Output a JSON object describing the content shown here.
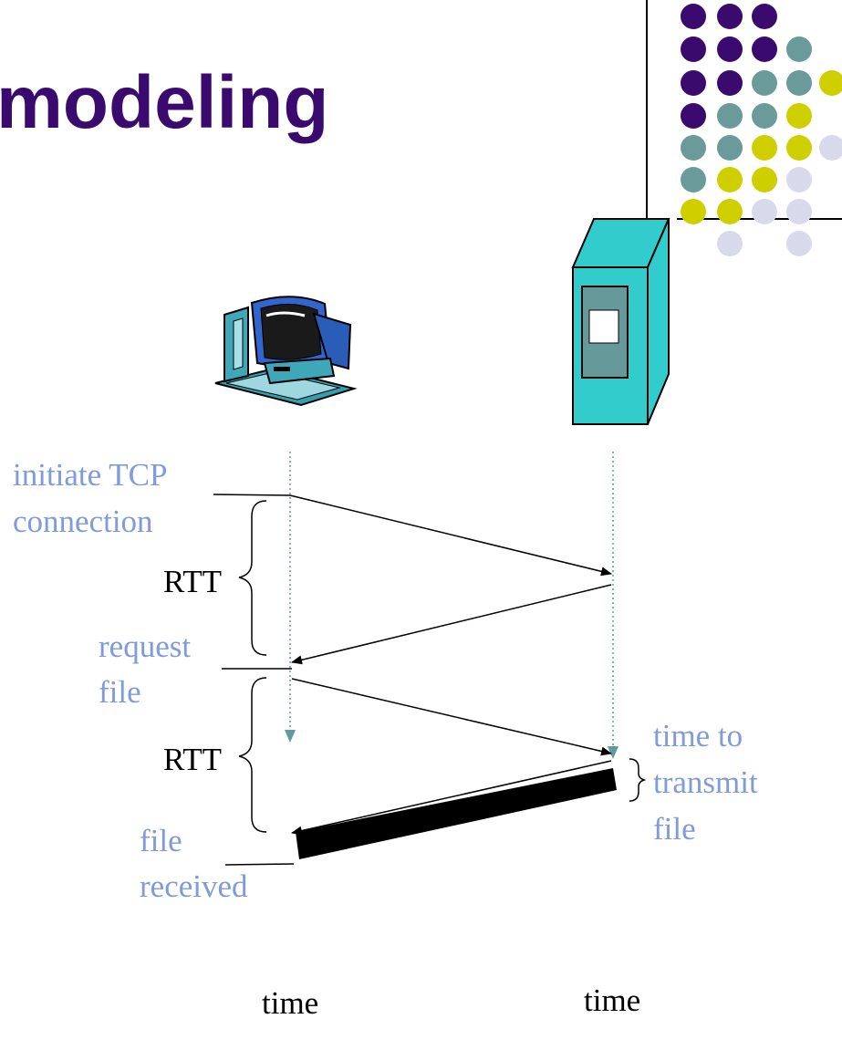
{
  "slide": {
    "title": "modeling"
  },
  "colors": {
    "title": "#3a0a6e",
    "label_blue": "#7f9bd9",
    "timeline": "#5f9b9b",
    "dot_purple": "#3a0a6e",
    "dot_teal": "#6a9a9a",
    "dot_yellow": "#cfcf00",
    "dot_lavender": "#d9d9ec",
    "server_body": "#33cccc",
    "server_panel": "#669999"
  },
  "icons": {
    "client": "desktop-computer-icon",
    "server": "server-tower-icon"
  },
  "labels": {
    "initiate_line1": "initiate TCP",
    "initiate_line2": "connection",
    "rtt_1": "RTT",
    "request_line1": "request",
    "request_line2": "file",
    "rtt_2": "RTT",
    "file_line1": "file",
    "file_line2": "received",
    "transmit_line1": "time to",
    "transmit_line2": "transmit",
    "transmit_line3": "file",
    "time_left": "time",
    "time_right": "time"
  }
}
